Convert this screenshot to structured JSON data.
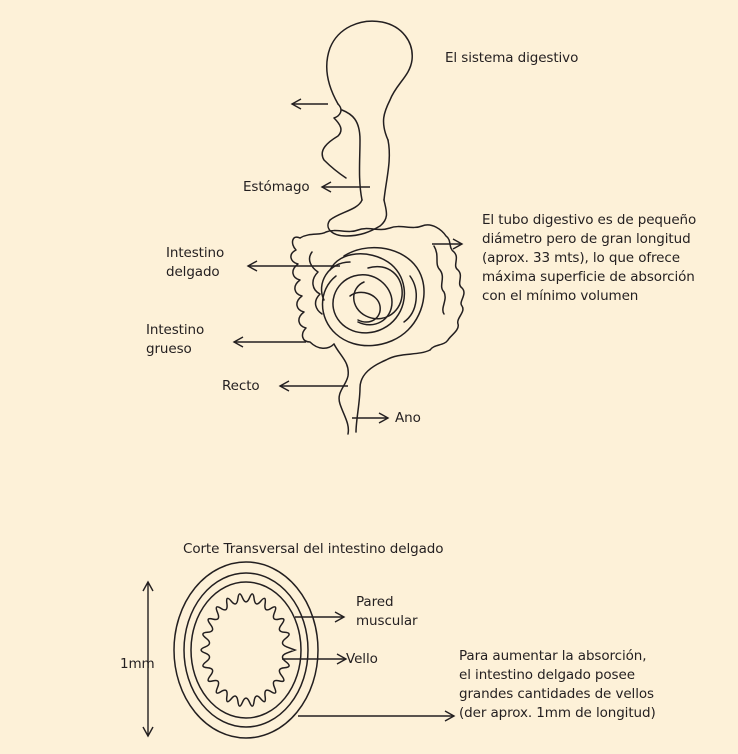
{
  "background_color": "#fdf1d8",
  "line_color": "#231f20",
  "digestive": {
    "title": "El sistema digestivo",
    "labels": {
      "estomago": "Estómago",
      "intestino_delgado_1": "Intestino",
      "intestino_delgado_2": "delgado",
      "intestino_grueso_1": "Intestino",
      "intestino_grueso_2": "grueso",
      "recto": "Recto",
      "ano": "Ano"
    },
    "note": [
      "El tubo digestivo es de pequeño",
      "diámetro pero de gran longitud",
      "(aprox. 33 mts), lo que ofrece",
      "máxima superficie de absorción",
      "con el mínimo volumen"
    ]
  },
  "cross_section": {
    "title": "Corte Transversal del intestino delgado",
    "size_label": "1mm",
    "labels": {
      "pared_1": "Pared",
      "pared_2": "muscular",
      "vello": "Vello"
    },
    "note": [
      "Para aumentar la absorción,",
      "el intestino delgado posee",
      "grandes cantidades de vellos",
      "(der aprox. 1mm de longitud)"
    ]
  }
}
